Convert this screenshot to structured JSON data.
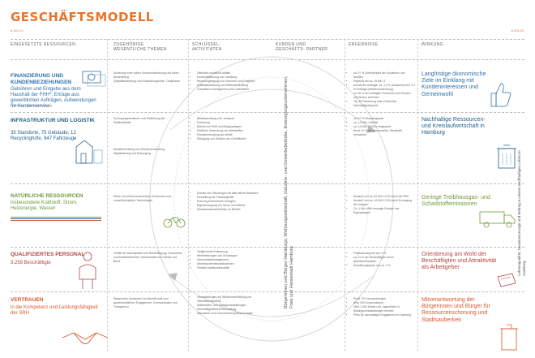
{
  "title": "GESCHÄFTSMODELL",
  "nav": {
    "left": "◂ 162-23",
    "right": "◂ 223-25"
  },
  "columns": [
    "EINGESETZTE RESSOURCEN",
    "ZUGEHÖRIGE WESENTLICHE THEMEN",
    "SCHLÜSSEL- AKTIVITÄTEN",
    "KUNDEN UND GESCHÄFTS- PARTNER",
    "ERGEBNISSE",
    "WIRKUNG"
  ],
  "rows": [
    {
      "title": "FINANZIERUNG UND KUNDENBEZIEHUNGEN",
      "text": "Gebühren und Entgelte aus dem Haushalt der FHH*, Erträge aus gewerblichen Aufträgen, Aufwendungen für Kundenservice",
      "note": "* Freie und Hansestadt Hamburg",
      "color": "#2e6fa8",
      "themes": [
        "Sicherung einer hohen Kundenorientierung und fairen Beschaffung",
        "Qualitätssicherung und Entwicklungsziele, Compliance"
      ],
      "activities": [
        "Öffentlich-rechtliche Abfälle",
        "Kundenbetreuung und -beratung",
        "Rechnungslegung von Gebühren und Entgelten",
        "Qualitätssicherung und Weiterentwicklung",
        "Compliance-Management und Lieferketten"
      ],
      "results": [
        "ca. 97 % Zufriedenheit der Kundinnen und Kunden",
        "Ergebnis bei ca. 25 Mio. €",
        "Anzahl der Aufträge: ca. 1,4 % (Zuwachs) bzw. 2,4 % Aufträge (Wiederverwendung)",
        "ca. 95 % der befragten Kundinnen und Kunden mit Service zufrieden",
        "Top 10 Platzierung beim Deutschen Nachhaltigkeitspreis"
      ],
      "impact": "Langfristige ökonomische Ziele im Einklang mit Kundeninteressen und Gemeinwohl"
    },
    {
      "title": "INFRASTRUKTUR UND LOGISTIK",
      "text": "35 Standorte, 75 Gebäude, 12 Recyclinghöfe, 947 Fahrzeuge",
      "color": "#1f5e8c",
      "themes": [
        "Erzeugungsstrukturen und Schließung der Stoffkreisläufe",
        "Abfallvermeidung und Wiederverwendung",
        "Digitalisierung und Entsorgung"
      ],
      "activities": [
        "Abfallsammlung und -transport",
        "Sortierung",
        "Betrieb von MVA und Biogasanlagen",
        "Stoffliche Verwertung von Wertstoffen",
        "Energieerzeugung aus Abfall",
        "Reinigung von Straßen und Grünflächen"
      ],
      "results": [
        "ca. 97 % Recyclingquote",
        "ca. 1,5 Mio. t Abfälle",
        "ca. 2,6 Mio. t CO2e eingespart",
        "Rund 10 % der gesammelten Wertstoffe vermarktet"
      ],
      "impact": "Nachhaltige Ressourcen- und Kreislaufwirtschaft in Hamburg"
    },
    {
      "title": "NATÜRLICHE RESSOURCEN",
      "text": "insbesondere Kraftstoff, Strom, Heizenergie, Wasser",
      "color": "#6e9a3a",
      "themes": [
        "Klima- und Ressourcenschutz, Emissionen und umweltfreundliche Technologien"
      ],
      "activities": [
        "Einsatz von Fahrzeugen mit alternativen Antrieben",
        "Umstellung der Fahrzeugflotte",
        "Nutzung erneuerbarer Energien",
        "Eigenerzeugung von Strom und Wärme",
        "Klimaschutzmaßnahmen im Betrieb"
      ],
      "results": [
        "Ausstoß von ca. 54.000 t CO2 durch die SRH",
        "Ausstoß von ca. 44.000 t CO2 durch Erzeugung der Anlagen",
        "Ca. 1 Mio. kWh erzeugte Energie aus Eigenanlagen"
      ],
      "impact": "Geringe Treibhausgas- und Schadstoffemissionen"
    },
    {
      "title": "QUALIFIZIERTES PERSONAL",
      "text": "3.259 Beschäftigte",
      "color": "#b3443d",
      "themes": [
        "Vielfalt der Arbeitsplätze und Beschäftigung, Gesundheit und Arbeitssicherheit, Vereinbarkeit von Familie und Beruf"
      ],
      "activities": [
        "Tarifgerechte Entlohnung",
        "Weiterbildungen und Schulungen",
        "Gesundheitsmanagement",
        "Arbeitssicherheitsmaßnahmen",
        "Flexible Arbeitszeitmodelle"
      ],
      "results": [
        "Fluktuationsquote von 4 %",
        "ca. 11 % der Beschäftigten durch Arbeitszeitmodelle",
        "Ausbildungsquote von ca. 4 %"
      ],
      "impact": "Orientierung am Wohl der Beschäftigten und Attraktivität als Arbeitgeber"
    },
    {
      "title": "VERTRAUEN",
      "text": "in die Kompetenz und Leistungsfähigkeit der SRH",
      "color": "#d9572a",
      "themes": [
        "Stakeholder-Austausch und Bereitschaft zum gesellschaftlichen Engagement, Kommunikation und Transparenz"
      ],
      "activities": [
        "Veranstaltungen zur Wissensvermittlung und Öffentlichkeitsarbeit",
        "Stakeholder- und Dialogveranstaltungen",
        "Nachhaltigkeitsberichterstattung",
        "Netzwerke und Unternehmenspartnerschaften"
      ],
      "results": [
        "Rund 100 Veranstaltungen",
        "Über 200 Kooperationen",
        "Über 1.000 Kinder und Jugendliche in Bildungsveranstaltungen erreicht",
        "Preis für nachhaltiges Engagement in Hamburg"
      ],
      "impact": "Mitverantwortung der Bürgerinnen und Bürger für Ressourcenschonung und Stadtsauberkeit"
    }
  ],
  "partners_text": "Bürgerinnen und Bürger Hamburgs, Wohnungswirtschaft, Industrie- und Gewerbebetriebe, Entsorgungsunternehmen, Freie und Hansestadt Hamburg",
  "impact_side_text": "Lebensqualität, Daseinsvorsorge und Beitrag zu einem nachhaltigen Leben in Hamburg",
  "colors": {
    "accent": "#e8742a",
    "blue": "#2e6fa8",
    "green": "#6e9a3a",
    "red": "#b3443d",
    "orange": "#d9572a"
  }
}
